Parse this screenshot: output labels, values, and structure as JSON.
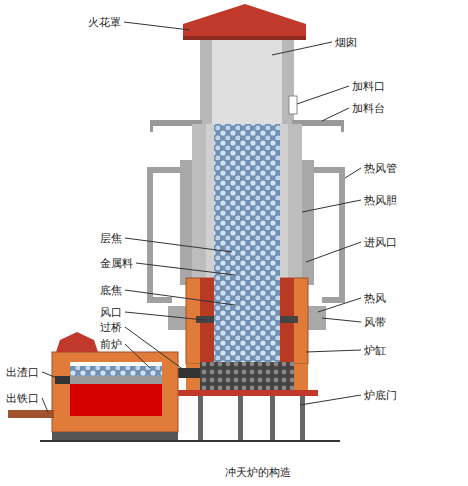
{
  "diagram": {
    "caption": "冲天炉的构造",
    "labels": [
      "火花罩",
      "烟囱",
      "加料口",
      "加料台",
      "热风管",
      "热风胆",
      "层焦",
      "进风口",
      "金属料",
      "底焦",
      "热风",
      "风口",
      "风带",
      "过桥",
      "前炉",
      "炉缸",
      "出渣口",
      "出铁口",
      "炉底门"
    ]
  }
}
